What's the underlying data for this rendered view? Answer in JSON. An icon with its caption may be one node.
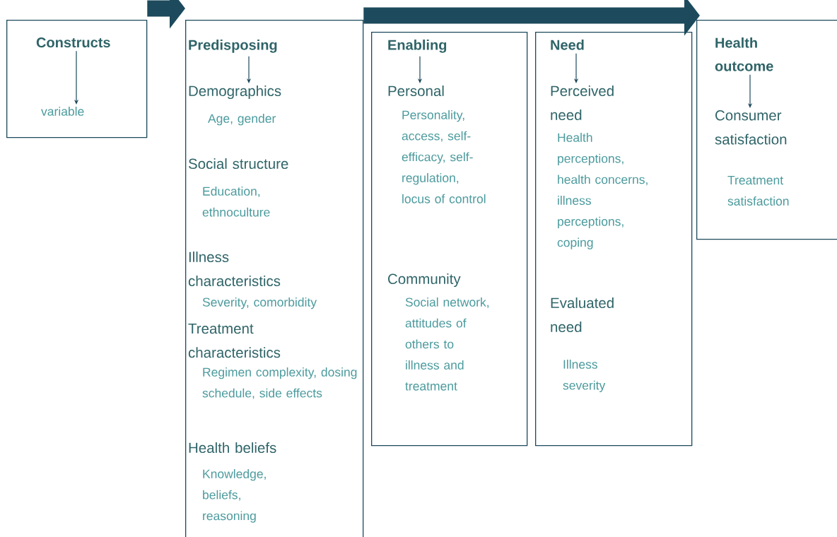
{
  "diagram": {
    "nodes": [
      {
        "text": [],
        "shape": "box"
      },
      {
        "text": [
          "Constructs"
        ],
        "in": 0
      },
      {
        "text": [
          "variable"
        ],
        "in": 0
      },
      {
        "text": [],
        "shape": "box"
      },
      {
        "text": [
          "Predisposing"
        ],
        "in": 3
      },
      {
        "text": [
          "Demographics"
        ],
        "in": 3
      },
      {
        "text": [],
        "shape": "box"
      },
      {
        "text": [
          "Enabling"
        ],
        "in": 6
      },
      {
        "text": [
          "Personal"
        ],
        "in": 6
      },
      {
        "text": [],
        "shape": "box"
      },
      {
        "text": [
          "Need"
        ],
        "in": 9
      },
      {
        "text": [
          "Perceived need"
        ],
        "in": 9
      },
      {
        "text": [],
        "shape": "box"
      },
      {
        "text": [
          "Health outcome"
        ],
        "in": 12
      },
      {
        "text": [
          "Consumer satisfaction"
        ],
        "in": 12
      }
    ],
    "edges": [
      {
        "from": 0,
        "to": 3,
        "arrow": "to",
        "style": "thick"
      },
      {
        "from": 3,
        "to": 12,
        "arrow": "to",
        "style": "thick"
      },
      {
        "from": 1,
        "to": 2,
        "arrow": "to"
      },
      {
        "from": 4,
        "to": 5,
        "arrow": "to"
      },
      {
        "from": 7,
        "to": 8,
        "arrow": "to"
      },
      {
        "from": 10,
        "to": 11,
        "arrow": "to"
      },
      {
        "from": 13,
        "to": 14,
        "arrow": "to"
      }
    ],
    "labels": [
      "Age, gender",
      "Social structure",
      "Education, ethnoculture",
      "Illness characteristics",
      "Severity, comorbidity",
      "Treatment characteristics",
      "Regimen complexity, dosing schedule, side effects",
      "Health beliefs",
      "Knowledge, beliefs, reasoning",
      "Personality, access, self-efficacy, self-regulation, locus of control",
      "Community",
      "Social network, attitudes of others to illness and treatment",
      "Health perceptions, health concerns, illness perceptions, coping",
      "Evaluated need",
      "Illness severity",
      "Treatment satisfaction"
    ]
  }
}
